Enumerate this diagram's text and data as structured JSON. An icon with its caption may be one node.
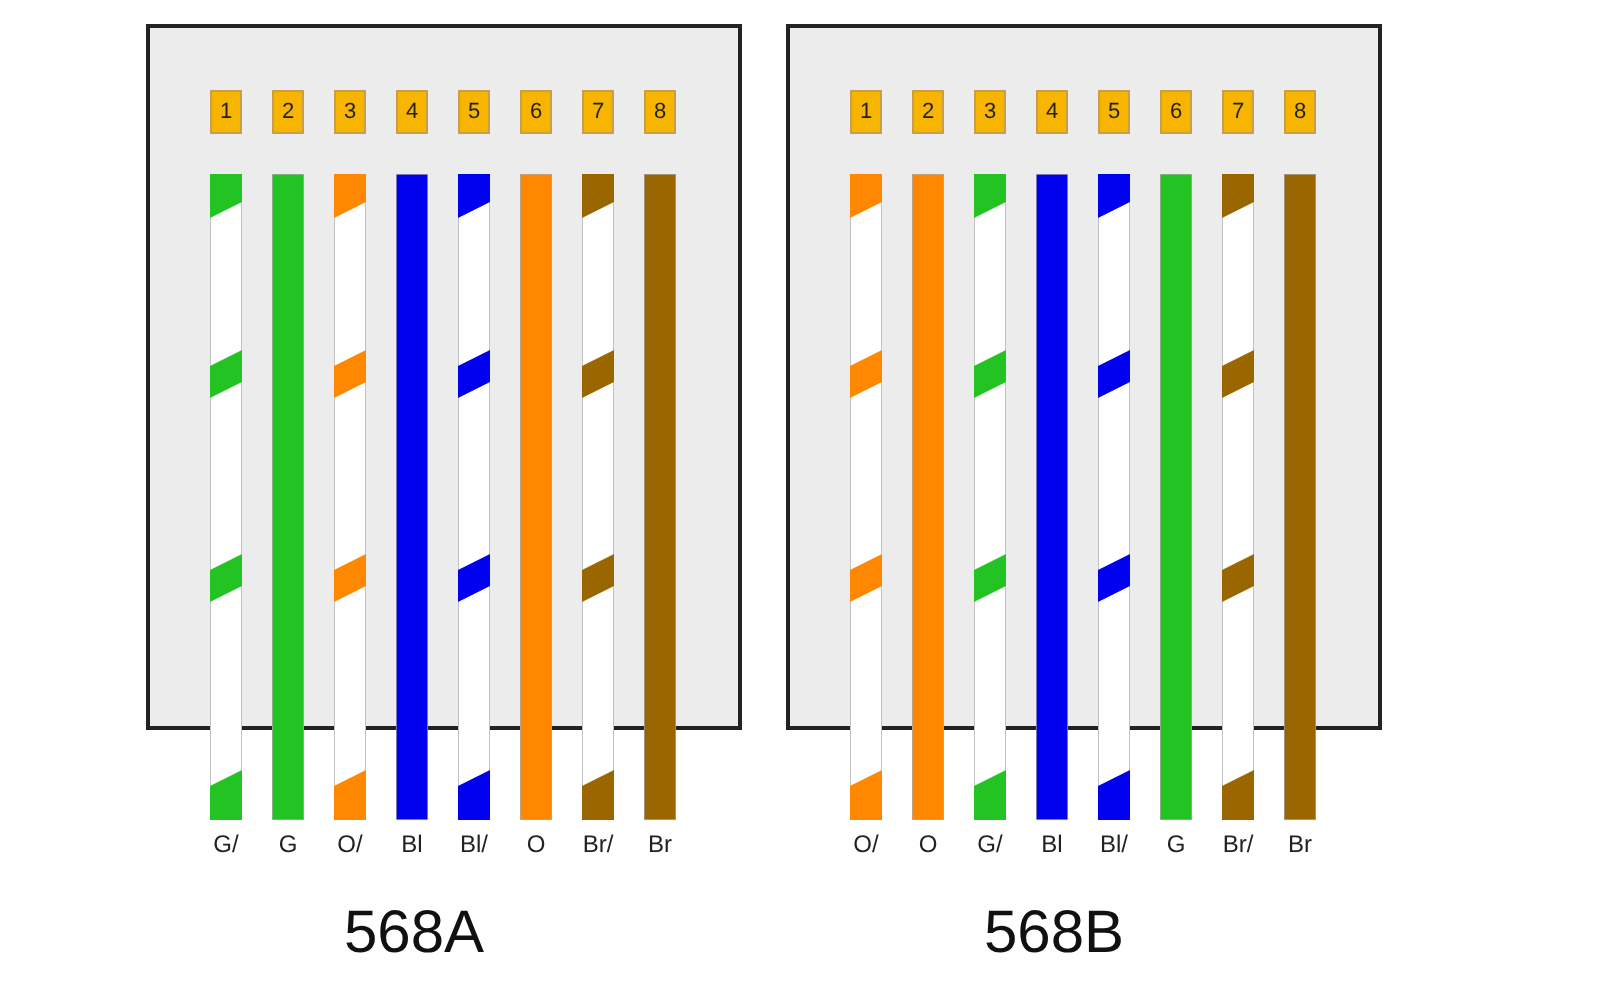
{
  "diagram": {
    "nodes": [
      {
        "text": [
          "568A"
        ]
      },
      {
        "text": [
          "1"
        ],
        "in": 0
      },
      {
        "text": [
          "2"
        ],
        "in": 0
      },
      {
        "text": [
          "3"
        ],
        "in": 0
      },
      {
        "text": [
          "4"
        ],
        "in": 0
      },
      {
        "text": [
          "5"
        ],
        "in": 0
      },
      {
        "text": [
          "6"
        ],
        "in": 0
      },
      {
        "text": [
          "7"
        ],
        "in": 0
      },
      {
        "text": [
          "8"
        ],
        "in": 0
      },
      {
        "text": [
          "568B"
        ]
      },
      {
        "text": [
          "1"
        ],
        "in": 9
      },
      {
        "text": [
          "2"
        ],
        "in": 9
      },
      {
        "text": [
          "3"
        ],
        "in": 9
      },
      {
        "text": [
          "4"
        ],
        "in": 9
      },
      {
        "text": [
          "5"
        ],
        "in": 9
      },
      {
        "text": [
          "6"
        ],
        "in": 9
      },
      {
        "text": [
          "7"
        ],
        "in": 9
      },
      {
        "text": [
          "8"
        ],
        "in": 9
      }
    ],
    "labels": [
      "G/",
      "G",
      "O/",
      "Bl",
      "Bl/",
      "O",
      "Br/",
      "Br",
      "O/",
      "O",
      "G/",
      "Bl",
      "Bl/",
      "G",
      "Br/",
      "Br"
    ]
  }
}
